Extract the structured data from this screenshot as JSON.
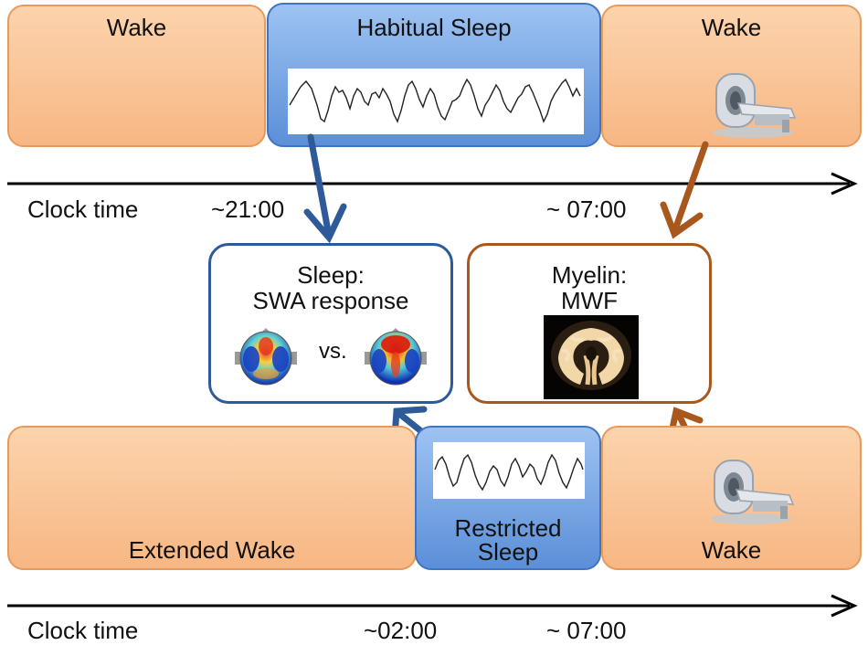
{
  "top_row": {
    "wake_left_label": "Wake",
    "sleep_label": "Habitual Sleep",
    "wake_right_label": "Wake"
  },
  "top_timeline": {
    "clock_label": "Clock time",
    "time_start": "~21:00",
    "time_end": "~ 07:00"
  },
  "sleep_card": {
    "title_line1": "Sleep:",
    "title_line2": "SWA response",
    "vs_label": "vs."
  },
  "myelin_card": {
    "title_line1": "Myelin:",
    "title_line2": "MWF"
  },
  "bottom_row": {
    "wake_left_label": "Extended Wake",
    "sleep_label_line1": "Restricted",
    "sleep_label_line2": "Sleep",
    "wake_right_label": "Wake"
  },
  "bottom_timeline": {
    "clock_label": "Clock time",
    "time_start": "~02:00",
    "time_end": "~ 07:00"
  },
  "colors": {
    "wake_fill": "#f7b784",
    "sleep_fill": "#5b8fd8",
    "sleep_arrow": "#2f5a99",
    "mri_arrow": "#a8581c",
    "sleep_card_border": "#2f5a99",
    "myelin_card_border": "#a8581c"
  },
  "icons": [
    "eeg-trace",
    "mri-scanner-icon",
    "topographic-head-map",
    "brain-mri-slice"
  ]
}
